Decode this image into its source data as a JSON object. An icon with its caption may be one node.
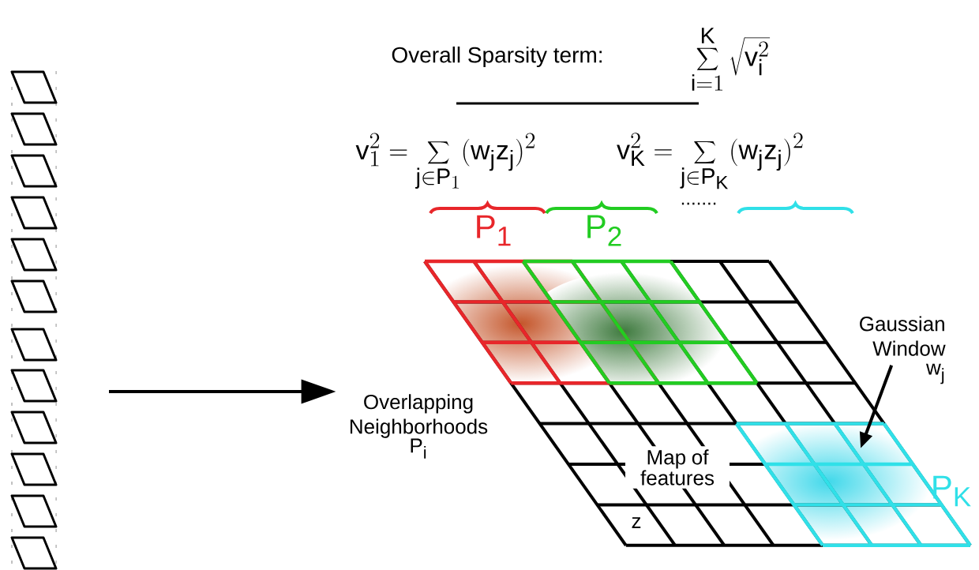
{
  "diagram": {
    "nodes": [
      {
        "text": [],
        "shape": "parallelogram"
      },
      {
        "text": [],
        "shape": "parallelogram"
      },
      {
        "text": [],
        "shape": "parallelogram"
      },
      {
        "text": [],
        "shape": "parallelogram"
      },
      {
        "text": [],
        "shape": "parallelogram"
      },
      {
        "text": [],
        "shape": "parallelogram"
      },
      {
        "text": [],
        "shape": "parallelogram"
      },
      {
        "text": [],
        "shape": "parallelogram"
      },
      {
        "text": [],
        "shape": "parallelogram"
      },
      {
        "text": [],
        "shape": "parallelogram"
      },
      {
        "text": [],
        "shape": "parallelogram"
      },
      {
        "text": [],
        "shape": "parallelogram"
      },
      {
        "text": [
          "Overlapping Neighborhoods",
          "P$_{i}$"
        ]
      },
      {
        "text": [
          "Gaussian Window",
          "w$_{j}$"
        ]
      }
    ],
    "edges": [
      {
        "from": null,
        "to": 12,
        "arrow": "to"
      },
      {
        "from": 13,
        "to": null,
        "arrow": "to"
      }
    ],
    "labels": [
      "Overall Sparsity term:",
      "\\sum_{i=1}^{K}\\sqrt{v_i^2}",
      "v_1^2=\\sum_{j\\in P_1}(w_jz_j)^2",
      "v_K^2=\\sum_{j\\in P_K}(w_jz_j)^2",
      ".......",
      "P$_{1}$",
      "P$_{2}$",
      "P$_{K}$",
      "Map of features",
      "z"
    ]
  }
}
